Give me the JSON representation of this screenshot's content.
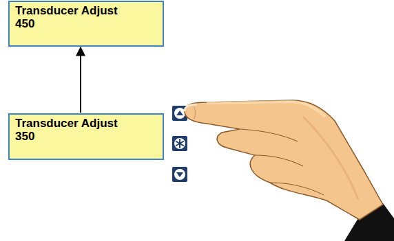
{
  "diagram": {
    "nodes": [
      {
        "text": [
          "Transducer Adjust",
          "450"
        ]
      },
      {
        "text": [
          "Transducer Adjust",
          "350"
        ]
      }
    ],
    "edges": [
      {
        "from": 1,
        "to": 0,
        "arrow": "to"
      }
    ]
  }
}
